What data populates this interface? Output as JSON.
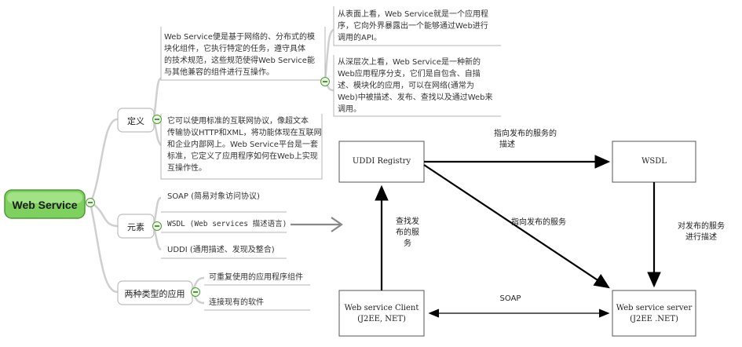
{
  "mindmap": {
    "root": "Web Service",
    "branches": [
      {
        "label": "定义",
        "notes": [
          [
            "Web Service便是基于网络的、分布式的模",
            "块化组件，它执行特定的任务，遵守具体",
            "的技术规范，这些规范使得Web Service能",
            "与其他兼容的组件进行互操作。"
          ],
          [
            "它可以使用标准的互联网协议，像超文本",
            "传输协议HTTP和XML，将功能体现在互联网",
            "和企业内部网上。Web Service平台是一套",
            "标准，它定义了应用程序如何在Web上实现",
            "互操作性。"
          ]
        ],
        "sub_notes": [
          [
            "从表面上看，Web Service就是一个应用程",
            "序，它向外界暴露出一个能够通过Web进行",
            "调用的API。"
          ],
          [
            "从深层次上看，Web Service是一种新的",
            "Web应用程序分支，它们是自包含、自描",
            "述、模块化的应用，可以在网络(通常为",
            "Web)中被描述、发布、查找以及通过Web来",
            "调用。"
          ]
        ]
      },
      {
        "label": "元素",
        "items": [
          "SOAP (简易对象访问协议)",
          "WSDL (Web services 描述语言)",
          "UDDI (通用描述、发现及整合)"
        ]
      },
      {
        "label": "两种类型的应用",
        "items": [
          "可重复使用的应用程序组件",
          "连接现有的软件"
        ]
      }
    ]
  },
  "architecture": {
    "nodes": {
      "uddi": "UDDI Registry",
      "wsdl": "WSDL",
      "client": [
        "Web service Client",
        "(J2EE, NET)"
      ],
      "server": [
        "Web service server",
        "(J2EE .NET)"
      ]
    },
    "edges": {
      "uddi_wsdl": [
        "指向发布的服务的",
        "描述"
      ],
      "uddi_server": "指向发布的服务",
      "wsdl_server": [
        "对发布的服务",
        "进行描述"
      ],
      "client_uddi": [
        "查找发",
        "布的服",
        "务"
      ],
      "client_server": "SOAP"
    }
  },
  "colors": {
    "root_fill": "#7fd15f",
    "branch_line": "#c9c9c9",
    "collapse": "#5cb84c",
    "arrow": "#000000"
  }
}
